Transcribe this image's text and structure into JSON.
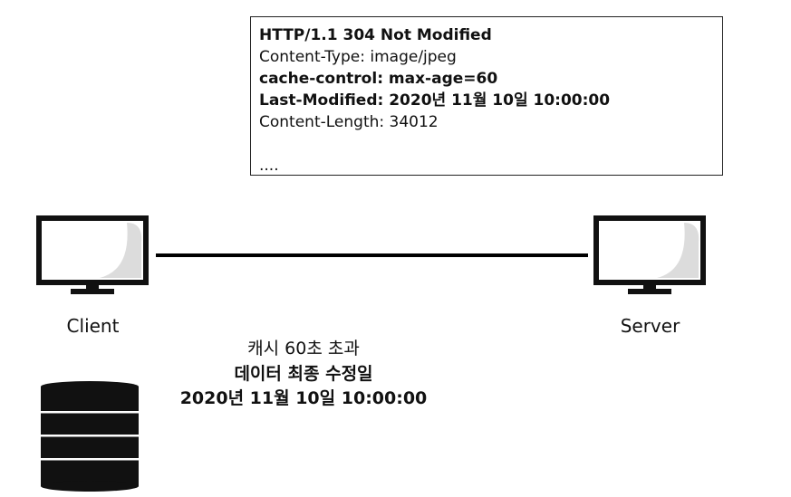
{
  "response": {
    "lines": [
      {
        "text": "HTTP/1.1 304 Not Modified",
        "bold": true
      },
      {
        "text": "Content-Type: image/jpeg",
        "bold": false
      },
      {
        "text": "cache-control: max-age=60",
        "bold": true
      },
      {
        "text": "Last-Modified: 2020년 11월 10일 10:00:00",
        "bold": true
      },
      {
        "text": "Content-Length: 34012",
        "bold": false
      },
      {
        "text": "....",
        "bold": false
      }
    ]
  },
  "client": {
    "label": "Client",
    "icon": "monitor-icon"
  },
  "server": {
    "label": "Server",
    "icon": "monitor-icon"
  },
  "cache": {
    "expired_text": "캐시 60초 초과",
    "last_modified_label": "데이터 최종 수정일",
    "last_modified_value": "2020년 11월 10일 10:00:00",
    "icon": "database-icon"
  },
  "colors": {
    "stroke": "#111111",
    "screen_shade": "#dddddd"
  }
}
